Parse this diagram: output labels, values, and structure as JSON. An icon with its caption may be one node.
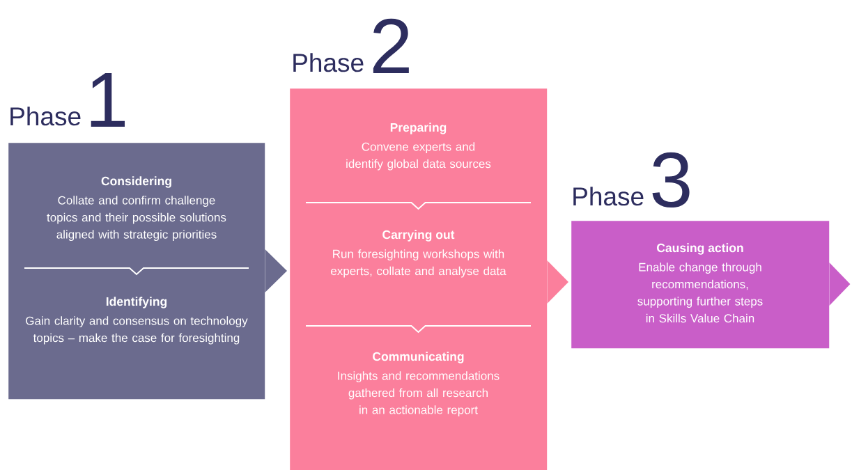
{
  "diagram": {
    "nodes": [
      {
        "text": [
          "Phase",
          "1",
          "Considering",
          "Collate and confirm challenge topics and their possible solutions aligned with strategic priorities",
          "Identifying",
          "Gain clarity and consensus on technology topics – make the case for foresighting"
        ]
      },
      {
        "text": [
          "Phase",
          "2",
          "Preparing",
          "Convene experts and identify global data sources",
          "Carrying out",
          "Run foresighting workshops with experts, collate and analyse data",
          "Communicating",
          "Insights and recommendations gathered from all research in an actionable report"
        ]
      },
      {
        "text": [
          "Phase",
          "3",
          "Causing action",
          "Enable change through recommendations, supporting further steps in Skills Value Chain"
        ]
      }
    ],
    "edges": [
      {
        "from": 0,
        "to": 1,
        "arrow": "to",
        "color": "#6b6b8e"
      },
      {
        "from": 1,
        "to": 2,
        "arrow": "to",
        "color": "#fb7f9c"
      },
      {
        "from": 2,
        "to": null,
        "arrow": "to",
        "color": "#c95ec8"
      }
    ]
  }
}
